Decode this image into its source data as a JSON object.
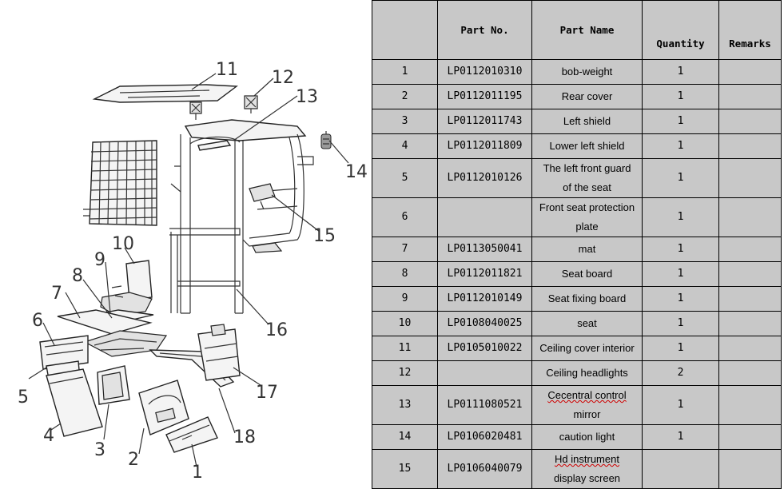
{
  "diagram": {
    "callouts": [
      "1",
      "2",
      "3",
      "4",
      "5",
      "6",
      "7",
      "8",
      "9",
      "10",
      "11",
      "12",
      "13",
      "14",
      "15",
      "16",
      "17",
      "18"
    ]
  },
  "table": {
    "headers": {
      "index": "",
      "part_no": "Part No.",
      "part_name": "Part Name",
      "quantity": "Quantity",
      "remarks": "Remarks"
    },
    "rows": [
      {
        "index": "1",
        "part_no": "LP0112010310",
        "name": "bob-weight",
        "name2": "",
        "quantity": "1",
        "remarks": ""
      },
      {
        "index": "2",
        "part_no": "LP0112011195",
        "name": "Rear cover",
        "name2": "",
        "quantity": "1",
        "remarks": ""
      },
      {
        "index": "3",
        "part_no": "LP0112011743",
        "name": "Left shield",
        "name2": "",
        "quantity": "1",
        "remarks": ""
      },
      {
        "index": "4",
        "part_no": "LP0112011809",
        "name": "Lower left shield",
        "name2": "",
        "quantity": "1",
        "remarks": ""
      },
      {
        "index": "5",
        "part_no": "LP0112010126",
        "name": "The left front guard",
        "name2": "of the seat",
        "quantity": "1",
        "remarks": ""
      },
      {
        "index": "6",
        "part_no": "",
        "name": "Front seat protection",
        "name2": "plate",
        "quantity": "1",
        "remarks": ""
      },
      {
        "index": "7",
        "part_no": "LP0113050041",
        "name": "mat",
        "name2": "",
        "quantity": "1",
        "remarks": ""
      },
      {
        "index": "8",
        "part_no": "LP0112011821",
        "name": "Seat board",
        "name2": "",
        "quantity": "1",
        "remarks": ""
      },
      {
        "index": "9",
        "part_no": "LP0112010149",
        "name": "Seat fixing board",
        "name2": "",
        "quantity": "1",
        "remarks": ""
      },
      {
        "index": "10",
        "part_no": "LP0108040025",
        "name": "seat",
        "name2": "",
        "quantity": "1",
        "remarks": ""
      },
      {
        "index": "11",
        "part_no": "LP0105010022",
        "name": "Ceiling cover interior",
        "name2": "",
        "quantity": "1",
        "remarks": ""
      },
      {
        "index": "12",
        "part_no": "",
        "name": "Ceiling headlights",
        "name2": "",
        "quantity": "2",
        "remarks": ""
      },
      {
        "index": "13",
        "part_no": "LP0111080521",
        "name": "Cecentral control",
        "name2": "mirror",
        "quantity": "1",
        "remarks": ""
      },
      {
        "index": "14",
        "part_no": "LP0106020481",
        "name": "caution light",
        "name2": "",
        "quantity": "1",
        "remarks": ""
      },
      {
        "index": "15",
        "part_no": "LP0106040079",
        "name": "Hd instrument",
        "name2": "display screen",
        "quantity": "",
        "remarks": ""
      }
    ]
  }
}
